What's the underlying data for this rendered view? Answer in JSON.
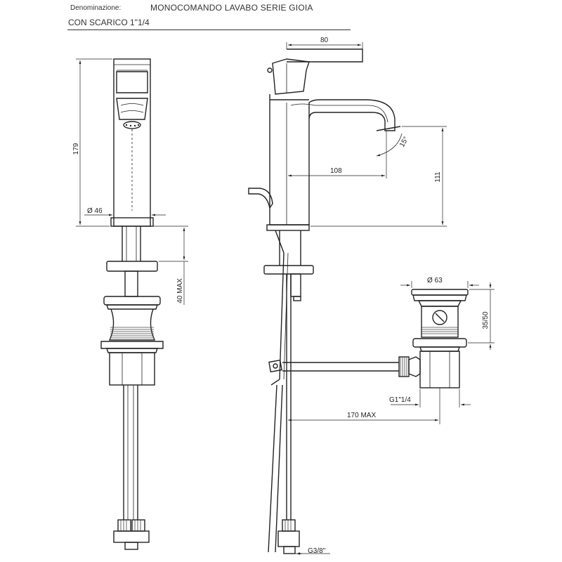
{
  "header": {
    "denomination_label": "Denominazione:",
    "product_name": "MONOCOMANDO LAVABO SERIE GIOIA",
    "subtitle": "CON SCARICO 1\"1/4"
  },
  "dimensions": {
    "total_height": "179",
    "body_diameter": "Ø 46",
    "max_deck_thickness": "40 MAX",
    "handle_length": "80",
    "spout_reach": "108",
    "spout_height": "111",
    "spout_angle": "15°",
    "drain_diameter": "Ø 63",
    "drain_height": "35/50",
    "drain_thread": "G1\"1/4",
    "rod_length": "170 MAX",
    "hose_thread": "G3/8\""
  }
}
